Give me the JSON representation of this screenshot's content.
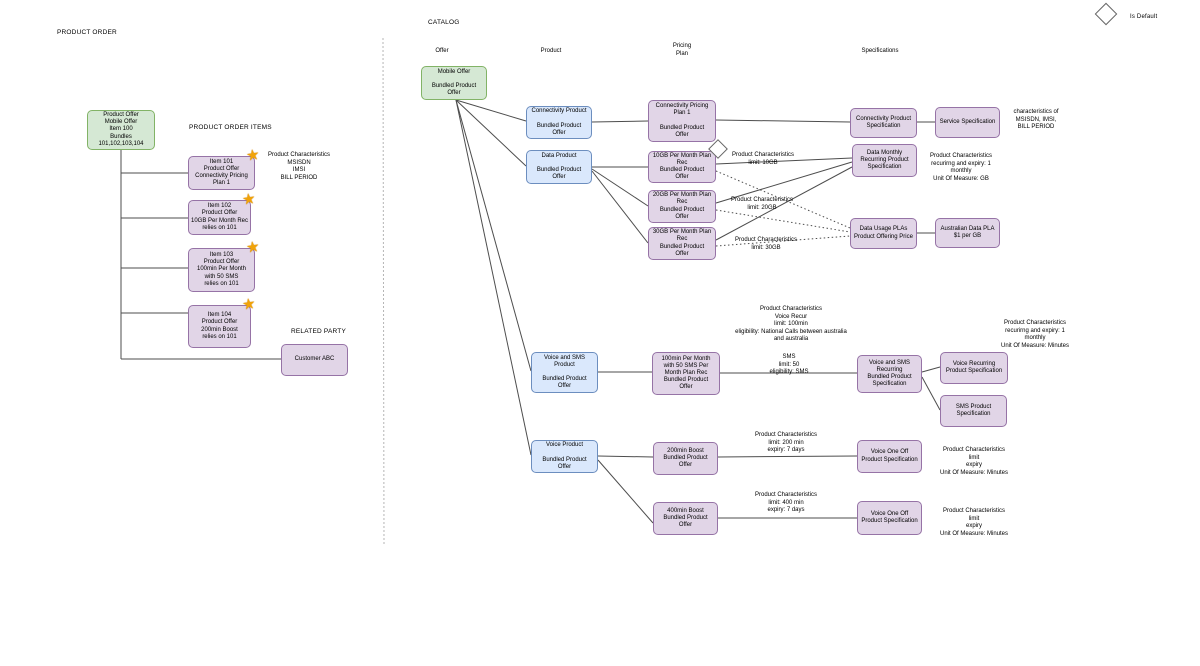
{
  "legend": {
    "label": "Is Default"
  },
  "icons": {
    "star": "★"
  },
  "colors": {
    "offer_fill": "#d5e8d4",
    "offer_stroke": "#82b366",
    "product_fill": "#dae8fc",
    "product_stroke": "#6c8ebf",
    "plan_fill": "#e1d5e7",
    "plan_stroke": "#9673a6",
    "star": "#f0a30a",
    "connector": "#4d4d4d"
  },
  "product_order": {
    "title": "PRODUCT ORDER",
    "items_header": "PRODUCT ORDER ITEMS",
    "related_party_header": "RELATED PARTY",
    "offer_box": "Product Offer\nMobile Offer\nItem 100\nBundles\n101,102,103,104",
    "items": [
      {
        "text": "Item 101\nProduct Offer\nConnectivity Pricing\nPlan 1"
      },
      {
        "text": "Item 102\nProduct Offer\n10GB Per Month Rec\nrelies on 101"
      },
      {
        "text": "Item 103\nProduct Offer\n100min Per Month\nwith 50 SMS\nrelies on 101"
      },
      {
        "text": "Item 104\nProduct Offer\n200min Boost\nrelies on 101"
      }
    ],
    "characteristics_note": "Product Characteristics\nMSISDN\nIMSI\nBILL PERIOD",
    "customer_box": "Customer ABC"
  },
  "catalog": {
    "title": "CATALOG",
    "columns": {
      "offer": "Offer",
      "product": "Product",
      "pricing_plan": "Pricing\nPlan",
      "specifications": "Specifications"
    },
    "offer_box": "Mobile Offer\n\nBundled Product\nOffer",
    "products": [
      {
        "text": "Connectivity Product\n\nBundled Product\nOffer"
      },
      {
        "text": "Data Product\n\nBundled Product\nOffer"
      },
      {
        "text": "Voice and SMS\nProduct\n\nBundled Product\nOffer"
      },
      {
        "text": "Voice Product\n\nBundled Product\nOffer"
      }
    ],
    "pricing_plans": [
      {
        "text": "Connectivity Pricing\nPlan 1\n\nBundled Product\nOffer"
      },
      {
        "text": "10GB Per Month Plan\nRec\nBundled Product\nOffer"
      },
      {
        "text": "20GB Per Month Plan\nRec\nBundled Product\nOffer"
      },
      {
        "text": "30GB Per Month Plan\nRec\nBundled Product\nOffer"
      },
      {
        "text": "100min Per Month\nwith 50 SMS Per\nMonth Plan Rec\nBundled Product\nOffer"
      },
      {
        "text": "200min Boost\nBundled Product\nOffer"
      },
      {
        "text": "400min Boost\nBundled Product\nOffer"
      }
    ],
    "specifications": [
      {
        "text": "Connectivity Product\nSpecification"
      },
      {
        "text": "Service Specification"
      },
      {
        "text": "Data Monthly\nRecurring Product\nSpecification"
      },
      {
        "text": "Data Usage PLAs\nProduct Offering Price"
      },
      {
        "text": "Australian Data PLA\n$1 per GB"
      },
      {
        "text": "Voice and SMS\nRecurring\nBundled Product\nSpecification"
      },
      {
        "text": "Voice Recurring\nProduct Specification"
      },
      {
        "text": "SMS Product\nSpecification"
      },
      {
        "text": "Voice One Off\nProduct Specification"
      },
      {
        "text": "Voice One Off\nProduct Specification"
      }
    ],
    "annotations": [
      {
        "text": "characteristics of\nMSISDN, IMSI,\nBILL PERIOD"
      },
      {
        "text": "Product Characteristics\nlimit: 10GB"
      },
      {
        "text": "Product Characteristics\nlimit: 20GB"
      },
      {
        "text": "Product Characteristics\nlimit: 30GB"
      },
      {
        "text": "Product Characteristics\nrecurirng and expiry: 1\nmonthly\nUnit Of Measure: GB"
      },
      {
        "text": "Product Characteristics\nVoice Recur\nlimit: 100min\neligibility: National Calls between australia\nand australia"
      },
      {
        "text": "SMS\nlimit: 50\neligibility: SMS"
      },
      {
        "text": "Product Characteristics\nrecurirng and expiry: 1\nmonthly\nUnit Of Measure: Minutes"
      },
      {
        "text": "Product Characteristics\nlimit: 200 min\nexpiry: 7 days"
      },
      {
        "text": "Product Characteristics\nlimit\nexpiry\nUnit Of Measure: Minutes"
      },
      {
        "text": "Product Characteristics\nlimit: 400 min\nexpiry: 7 days"
      },
      {
        "text": "Product Characteristics\nlimit\nexpiry\nUnit Of Measure: Minutes"
      }
    ]
  }
}
